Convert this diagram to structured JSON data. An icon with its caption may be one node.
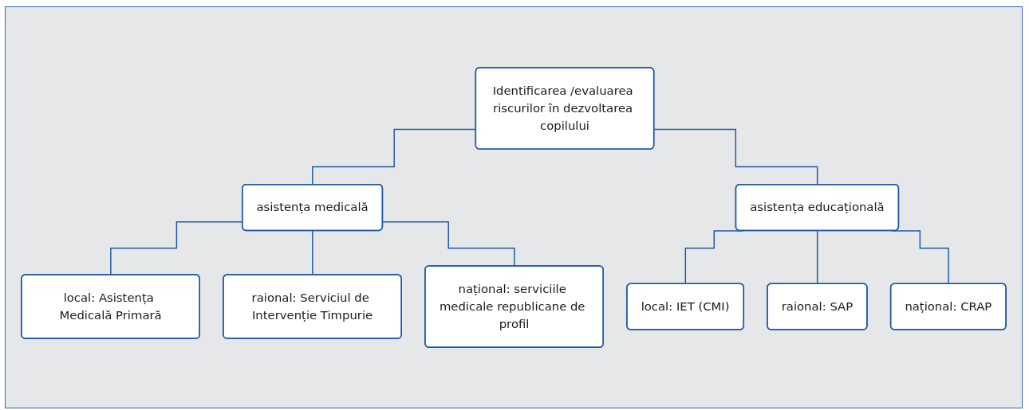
{
  "diagram": {
    "nodes": [
      {
        "text": [
          "Identificarea /evaluarea riscurilor în dezvoltarea copilului"
        ]
      },
      {
        "text": [
          "asistența medicală"
        ]
      },
      {
        "text": [
          "asistența educațională"
        ]
      },
      {
        "text": [
          "local: Asistența Medicală Primară"
        ]
      },
      {
        "text": [
          "raional: Serviciul de Intervenție Timpurie"
        ]
      },
      {
        "text": [
          "național: serviciile medicale republicane de profil"
        ]
      },
      {
        "text": [
          "local: IET (CMI)"
        ]
      },
      {
        "text": [
          "raional: SAP"
        ]
      },
      {
        "text": [
          "național: CRAP"
        ]
      }
    ],
    "edges": [
      {
        "from": 0,
        "to": 1,
        "arrow": "none"
      },
      {
        "from": 0,
        "to": 2,
        "arrow": "none"
      },
      {
        "from": 1,
        "to": 3,
        "arrow": "none"
      },
      {
        "from": 1,
        "to": 4,
        "arrow": "none"
      },
      {
        "from": 1,
        "to": 5,
        "arrow": "none"
      },
      {
        "from": 2,
        "to": 6,
        "arrow": "none"
      },
      {
        "from": 2,
        "to": 7,
        "arrow": "none"
      },
      {
        "from": 2,
        "to": 8,
        "arrow": "none"
      }
    ]
  }
}
